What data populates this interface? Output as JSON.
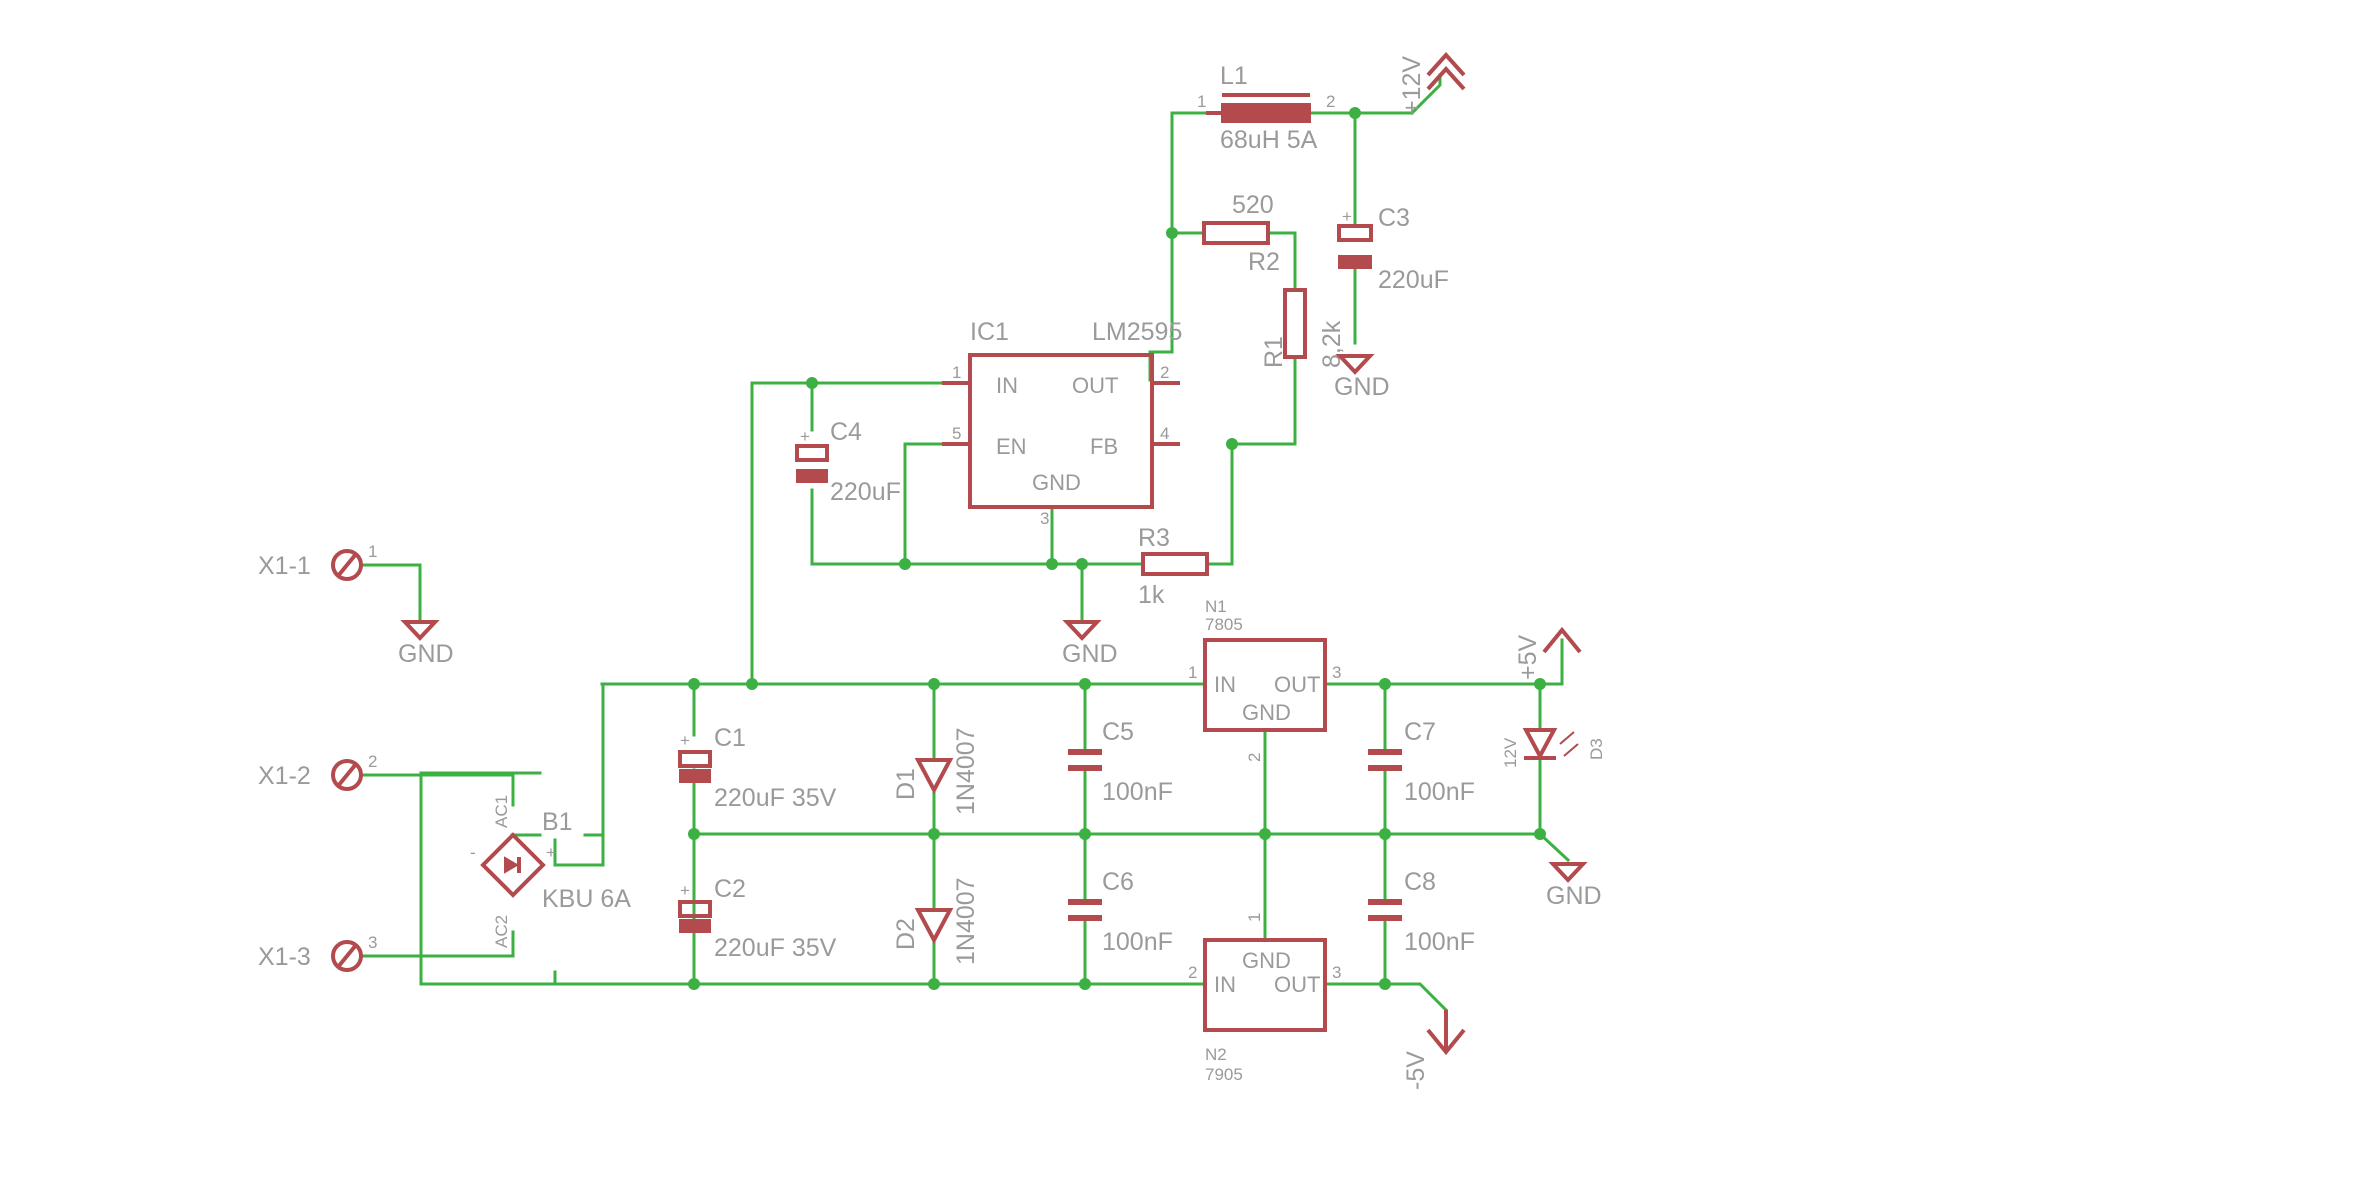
{
  "components": {
    "L1": {
      "ref": "L1",
      "value": "68uH 5A"
    },
    "R2": {
      "ref": "R2",
      "value": "520"
    },
    "R1": {
      "ref": "R1",
      "value": "8,2k"
    },
    "R3": {
      "ref": "R3",
      "value": "1k"
    },
    "C3": {
      "ref": "C3",
      "value": "220uF"
    },
    "C4": {
      "ref": "C4",
      "value": "220uF"
    },
    "C1": {
      "ref": "C1",
      "value": "220uF 35V"
    },
    "C2": {
      "ref": "C2",
      "value": "220uF 35V"
    },
    "C5": {
      "ref": "C5",
      "value": "100nF"
    },
    "C6": {
      "ref": "C6",
      "value": "100nF"
    },
    "C7": {
      "ref": "C7",
      "value": "100nF"
    },
    "C8": {
      "ref": "C8",
      "value": "100nF"
    },
    "D1": {
      "ref": "D1",
      "value": "1N4007"
    },
    "D2": {
      "ref": "D2",
      "value": "1N4007"
    },
    "D3": {
      "ref": "D3",
      "value": "12V"
    },
    "B1": {
      "ref": "B1",
      "value": "KBU 6A",
      "pin_ac1": "AC1",
      "pin_ac2": "AC2",
      "pin_plus": "+",
      "pin_minus": "-"
    },
    "IC1": {
      "ref": "IC1",
      "value": "LM2595",
      "pin_in": "IN",
      "pin_out": "OUT",
      "pin_en": "EN",
      "pin_fb": "FB",
      "pin_gnd": "GND"
    },
    "N1": {
      "ref": "N1",
      "value": "7805",
      "pin_in": "IN",
      "pin_out": "OUT",
      "pin_gnd": "GND"
    },
    "N2": {
      "ref": "N2",
      "value": "7905",
      "pin_in": "IN",
      "pin_out": "OUT",
      "pin_gnd": "GND"
    },
    "X1_1": {
      "ref": "X1-1",
      "pin": "1"
    },
    "X1_2": {
      "ref": "X1-2",
      "pin": "2"
    },
    "X1_3": {
      "ref": "X1-3",
      "pin": "3"
    }
  },
  "pins": {
    "p1": "1",
    "p2": "2",
    "p3": "3",
    "p4": "4",
    "p5": "5"
  },
  "supplies": {
    "plus12": "+12V",
    "plus5": "+5V",
    "minus5": "-5V",
    "gnd": "GND"
  },
  "colors": {
    "wire": "#3cb043",
    "part": "#b24a4e",
    "text": "#9a9a9a"
  }
}
